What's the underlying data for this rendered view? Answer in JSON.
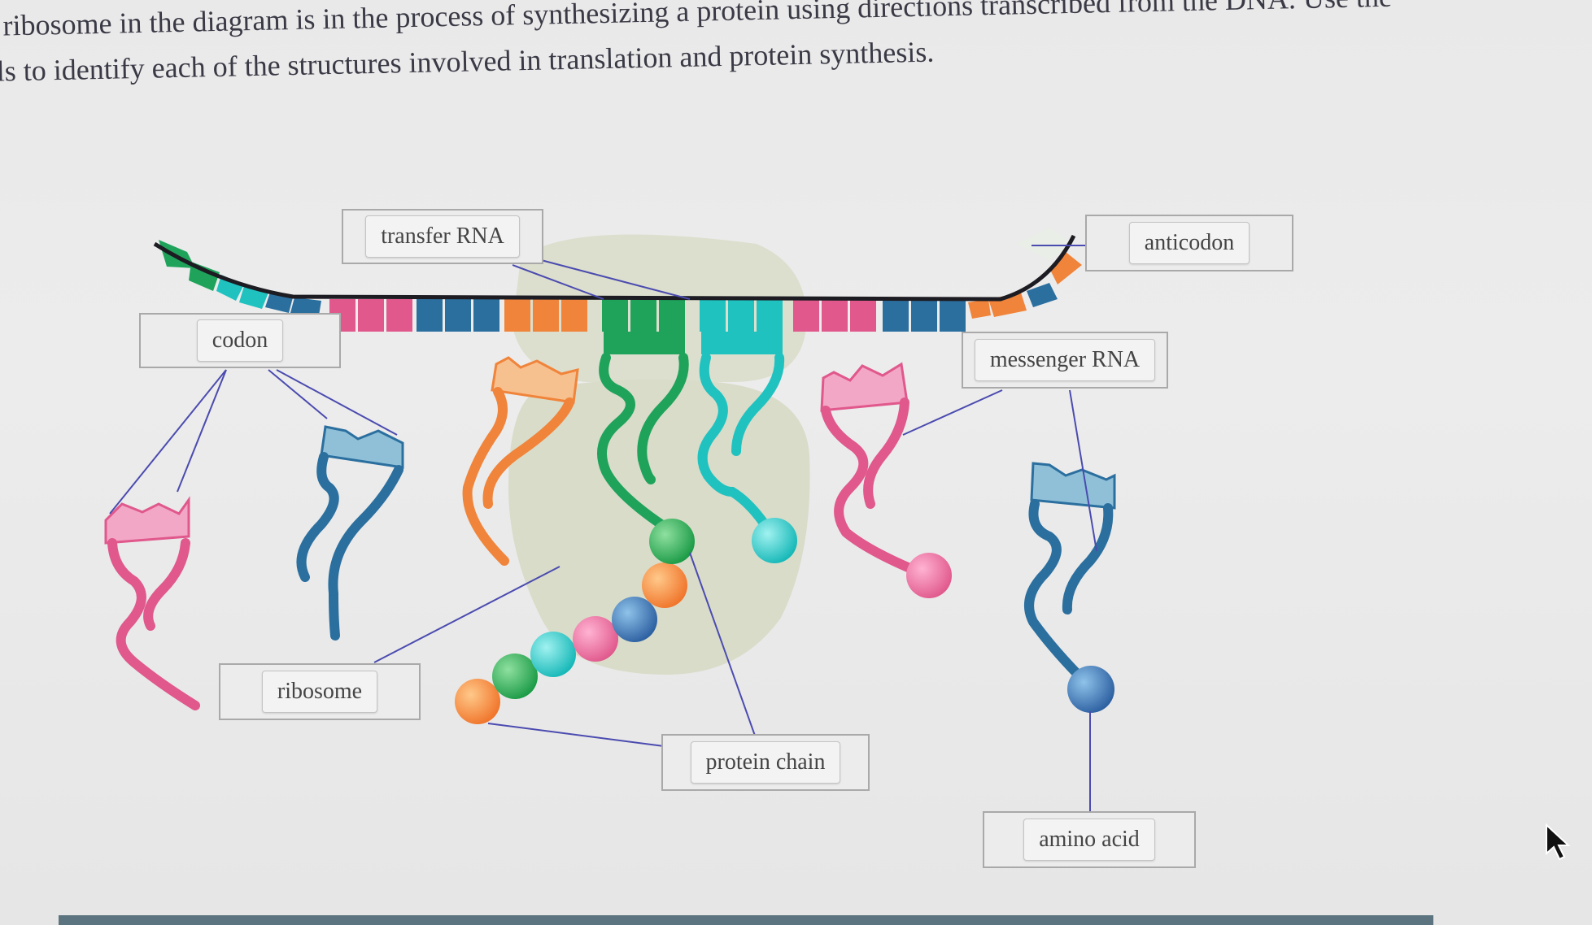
{
  "instructions": {
    "line1": "e ribosome in the diagram is in the process of synthesizing a protein using directions transcribed from the DNA. Use the",
    "line2": "els to identify each of the structures involved in translation and protein synthesis."
  },
  "labels": {
    "transfer_rna": "transfer RNA",
    "anticodon": "anticodon",
    "codon": "codon",
    "messenger_rna": "messenger RNA",
    "ribosome": "ribosome",
    "protein_chain": "protein chain",
    "amino_acid": "amino acid"
  },
  "colors": {
    "pink": "#e0588c",
    "pink_light": "#f3a7c7",
    "blue": "#2b6f9f",
    "blue_light": "#8fc0d8",
    "orange": "#f0843a",
    "orange_light": "#f7c08f",
    "green": "#1fa35a",
    "teal": "#20c2c0",
    "ribosome": "#dcdfcd",
    "leader_line": "#4b4bb0",
    "footer_bar": "#5b7480"
  },
  "cursor_icon": "mouse-pointer-icon"
}
